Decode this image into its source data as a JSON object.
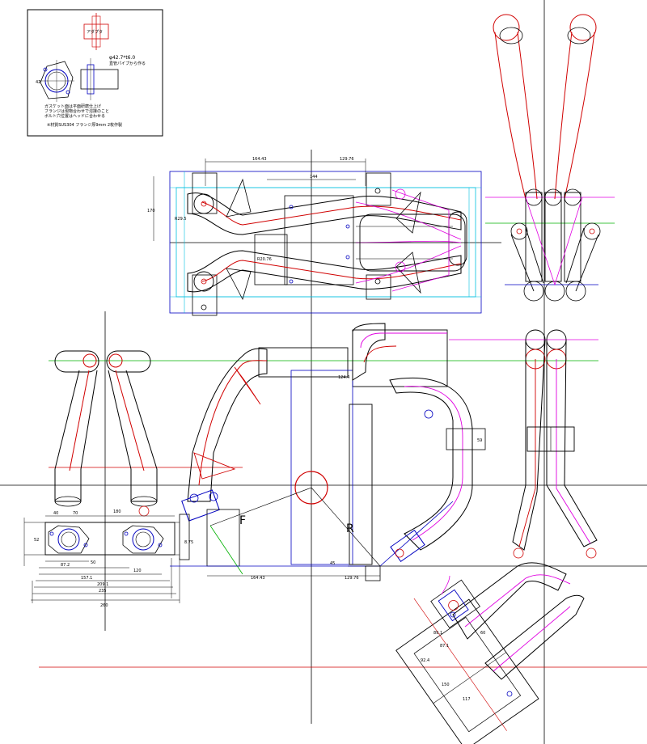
{
  "colors": {
    "outline": "#000000",
    "centerline": "#e00000",
    "magenta": "#e000e0",
    "blue": "#0000c0",
    "cyan": "#00c0e0",
    "green": "#00b000"
  },
  "detail_box": {
    "tag": "アダプタ",
    "pipe_spec": "φ42.7*t6.0",
    "pipe_note": "直管パイプから作る",
    "note1": "ガスケット面は平面研磨仕上げ",
    "note2": "フランジは現物合わせで溶接のこと",
    "note3": "ボルト穴位置はヘッドに合わせる",
    "footer": "※材質SUS304 フランジ厚9mm 2枚作製",
    "dim_side": "42"
  },
  "top_view": {
    "dim_left": "164.43",
    "dim_right": "129.76",
    "dim_inner": "144",
    "dim_height": "170",
    "dim_radius": "R29.5",
    "dim_mid": "R20.76"
  },
  "flange_view": {
    "dim_top": "180",
    "dim_40": "40",
    "dim_70": "70",
    "dim_52": "52",
    "dim_50": "50",
    "dim_87": "87.2",
    "dim_120": "120",
    "dim_157": "157.1",
    "dim_209": "209.1",
    "dim_235": "235",
    "dim_260": "260"
  },
  "side_view": {
    "dim_left": "164.43",
    "dim_right": "129.76",
    "dim_h": "8.75",
    "dim_small": "59",
    "dim_v": "124.4",
    "dim_45": "45",
    "label_f": "F",
    "label_r": "R"
  },
  "rotated_view": {
    "dim_a": "89.1",
    "dim_b": "87.1",
    "dim_c": "92.4",
    "dim_d": "150",
    "dim_e": "117",
    "dim_f": "60"
  }
}
